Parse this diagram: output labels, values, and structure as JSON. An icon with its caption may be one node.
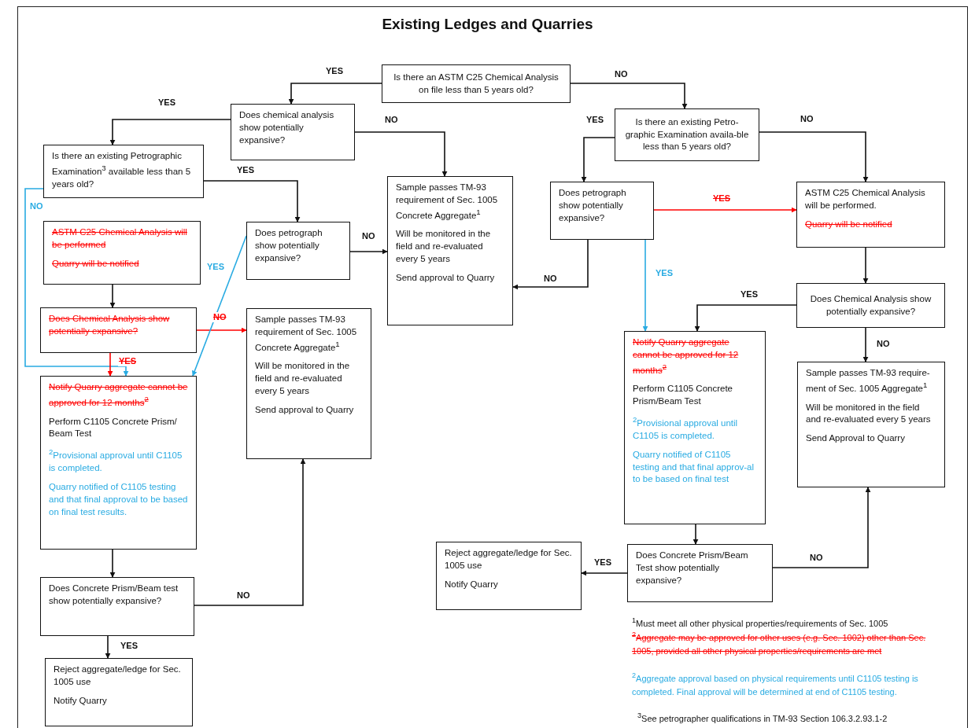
{
  "diagram": {
    "title": "Existing Ledges and Quarries",
    "nodes": [
      {
        "text": [
          "Is there an ASTM C25 Chemical Analysis on file less than 5 years old?"
        ]
      },
      {
        "text": [
          "Does chemical analysis show potentially expansive?"
        ]
      },
      {
        "text": [
          "Is there an existing Petrographic Examination$^{3}$ available less than 5 years old?"
        ]
      },
      {
        "text": [
          "ASTM C25 Chemical Analysis will be performed",
          "Quarry will be notified"
        ]
      },
      {
        "text": [
          "Does Chemical Analysis show potentially expansive?"
        ]
      },
      {
        "text": [
          "Notify Quarry aggregate cannot be approved for 12 months$^{2}$",
          "Perform C1105 Concrete Prism/ Beam Test",
          "$^{2}$Provisional approval until C1105 is completed.",
          "Quarry notified of C1105 testing and that final approval to be based on final test results."
        ]
      },
      {
        "text": [
          "Does Concrete Prism/Beam test show potentially expansive?"
        ]
      },
      {
        "text": [
          "Reject aggregate/ledge for Sec. 1005 use",
          "Notify Quarry"
        ]
      },
      {
        "text": [
          "Does petrograph show potentially expansive?"
        ]
      },
      {
        "text": [
          "Sample passes TM-93 requirement of Sec. 1005 Concrete Aggregate$^{1}$",
          "Will be monitored in the field and re-evaluated every 5 years",
          "Send approval to Quarry"
        ]
      },
      {
        "text": [
          "Sample passes TM-93 requirement of Sec. 1005 Concrete Aggregate$^{1}$",
          "Will be monitored in the field and re-evaluated every 5 years",
          "Send approval to Quarry"
        ]
      },
      {
        "text": [
          "Is there an existing Petro-graphic Examination availa-ble less than 5 years old?"
        ]
      },
      {
        "text": [
          "Does petrograph show potentially expansive?"
        ]
      },
      {
        "text": [
          "ASTM C25 Chemical Analysis will be performed.",
          "Quarry will be notified"
        ]
      },
      {
        "text": [
          "Does Chemical Analysis show potentially expansive?"
        ]
      },
      {
        "text": [
          "Notify Quarry aggregate cannot be approved for 12 months$^{2}$",
          "Perform C1105 Concrete Prism/Beam Test",
          "$^{2}$Provisional approval until C1105 is completed.",
          "Quarry notified of C1105 testing and that final approv-al to be based on final test"
        ]
      },
      {
        "text": [
          "Sample passes TM-93 require-ment of Sec. 1005 Aggregate$^{1}$",
          "Will be monitored in the field and re-evaluated every 5 years",
          "Send Approval to Quarry"
        ]
      },
      {
        "text": [
          "Does Concrete Prism/Beam Test show potentially expansive?"
        ]
      },
      {
        "text": [
          "Reject aggregate/ledge for Sec. 1005 use",
          "Notify Quarry"
        ]
      }
    ],
    "edges": [
      {
        "from": 0,
        "to": 1,
        "arrow": "to",
        "label": "YES"
      },
      {
        "from": 0,
        "to": 11,
        "arrow": "to",
        "label": "NO"
      },
      {
        "from": 1,
        "to": 2,
        "arrow": "to",
        "label": "YES"
      },
      {
        "from": 1,
        "to": 10,
        "arrow": "to",
        "label": "NO"
      },
      {
        "from": 2,
        "to": 8,
        "arrow": "to",
        "label": "YES"
      },
      {
        "from": 2,
        "to": 5,
        "arrow": "to",
        "label": "NO",
        "color": "#29abe2"
      },
      {
        "from": 3,
        "to": 4,
        "arrow": "to"
      },
      {
        "from": 4,
        "to": 9,
        "arrow": "to",
        "label": "NO",
        "color": "#ff0000"
      },
      {
        "from": 4,
        "to": 5,
        "arrow": "to",
        "label": "YES",
        "color": "#ff0000"
      },
      {
        "from": 8,
        "to": 5,
        "arrow": "to",
        "label": "YES",
        "color": "#29abe2"
      },
      {
        "from": 8,
        "to": 10,
        "arrow": "to",
        "label": "NO"
      },
      {
        "from": 5,
        "to": 6,
        "arrow": "to"
      },
      {
        "from": 6,
        "to": 9,
        "arrow": "to",
        "label": "NO"
      },
      {
        "from": 6,
        "to": 7,
        "arrow": "to",
        "label": "YES"
      },
      {
        "from": 11,
        "to": 12,
        "arrow": "to",
        "label": "YES"
      },
      {
        "from": 11,
        "to": 13,
        "arrow": "to",
        "label": "NO"
      },
      {
        "from": 12,
        "to": 13,
        "arrow": "to",
        "label": "YES",
        "color": "#ff0000"
      },
      {
        "from": 12,
        "to": 10,
        "arrow": "to",
        "label": "NO"
      },
      {
        "from": 12,
        "to": 15,
        "arrow": "to",
        "label": "YES",
        "color": "#29abe2"
      },
      {
        "from": 13,
        "to": 14,
        "arrow": "to"
      },
      {
        "from": 14,
        "to": 15,
        "arrow": "to",
        "label": "YES"
      },
      {
        "from": 14,
        "to": 16,
        "arrow": "to",
        "label": "NO"
      },
      {
        "from": 15,
        "to": 17,
        "arrow": "to"
      },
      {
        "from": 17,
        "to": 18,
        "arrow": "to",
        "label": "YES"
      },
      {
        "from": 17,
        "to": 16,
        "arrow": "to",
        "label": "NO"
      }
    ],
    "labels": [
      "$^{1}$Must meet all other physical properties/requirements of Sec. 1005",
      "$^{2}$Aggregate may be approved for other uses (e.g. Sec. 1002) other than Sec. 1005, provided all other physical properties/requirements are met",
      "$^{2}$Aggregate approval based on physical requirements until C1105 testing is completed. Final approval will be determined at end of C1105 testing.",
      "$^{3}$See petrographer qualifications in TM-93 Section 106.3.2.93.1-2"
    ]
  }
}
